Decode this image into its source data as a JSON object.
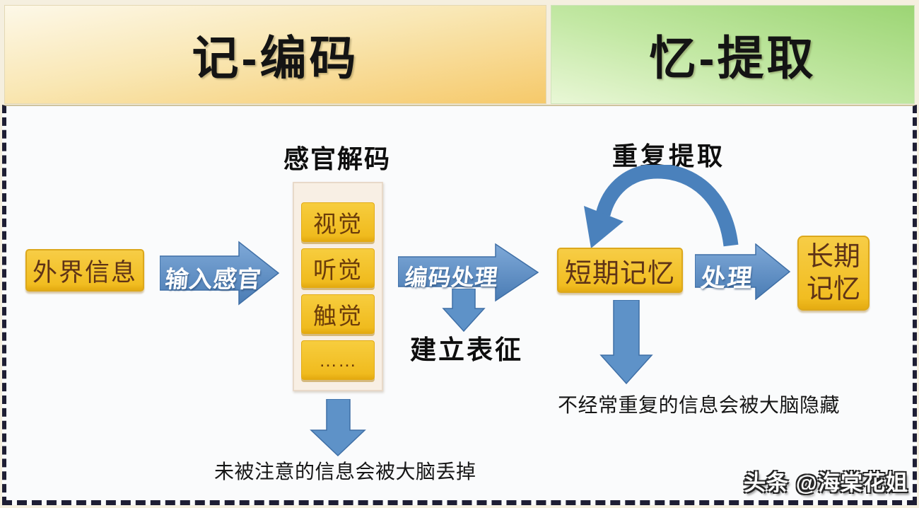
{
  "header": {
    "left_title": "记-编码",
    "right_title": "忆-提取"
  },
  "flow": {
    "external_info": "外界信息",
    "input_arrow_label": "输入感官",
    "sensory_decode_title": "感官解码",
    "senses": [
      "视觉",
      "听觉",
      "触觉",
      "……"
    ],
    "encode_arrow_label": "编码处理",
    "build_representation": "建立表征",
    "repeat_retrieval": "重复提取",
    "short_term_memory": "短期记忆",
    "process_arrow_label": "处理",
    "long_term_memory_line1": "长期",
    "long_term_memory_line2": "记忆",
    "discard_note": "未被注意的信息会被大脑丢掉",
    "hide_note": "不经常重复的信息会被大脑隐藏"
  },
  "watermark": "头条 @海棠花姐",
  "colors": {
    "header_yellow": "#f6c96a",
    "header_green": "#9cd574",
    "box_yellow": "#f1bd21",
    "box_text_brown": "#5e3317",
    "arrow_blue": "#5e92c8",
    "arrow_blue_dark": "#3f6fa6",
    "panel_cream": "#f8efe4",
    "frame_dash": "#1e1e34"
  }
}
